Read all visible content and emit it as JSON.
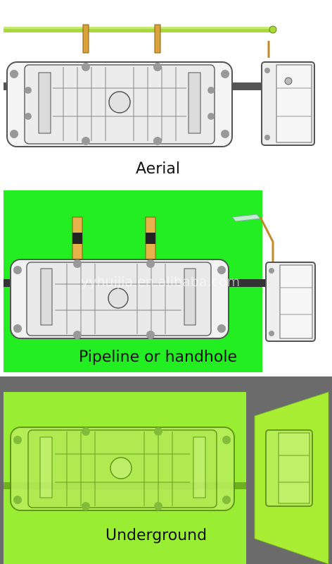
{
  "panels": [
    {
      "caption": "Aerial"
    },
    {
      "caption": "Pipeline or handhole",
      "watermark": "yyhuijia.en.alibaba.com"
    },
    {
      "caption": "Underground"
    }
  ],
  "colors": {
    "green_bg": "#22ee22",
    "underground_fill": "#99ee33",
    "gray_wall": "#6b6b6b",
    "brass": "#d9a23a",
    "closure_outline": "#555555"
  }
}
